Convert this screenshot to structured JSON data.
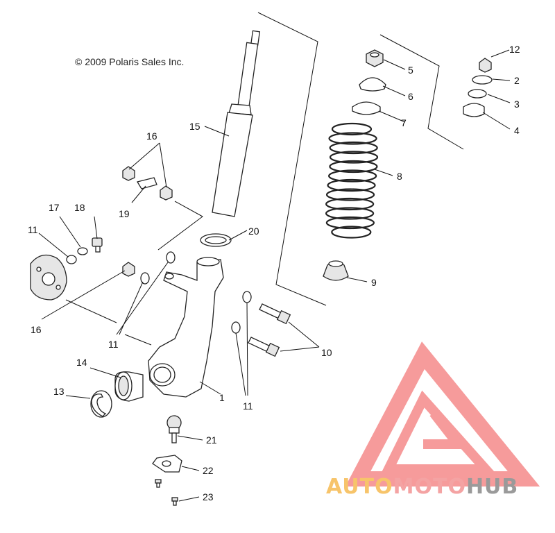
{
  "copyright": "© 2009 Polaris Sales Inc.",
  "callouts": [
    {
      "id": "1",
      "label": "1"
    },
    {
      "id": "2",
      "label": "2"
    },
    {
      "id": "3",
      "label": "3"
    },
    {
      "id": "4",
      "label": "4"
    },
    {
      "id": "5",
      "label": "5"
    },
    {
      "id": "6",
      "label": "6"
    },
    {
      "id": "7",
      "label": "7"
    },
    {
      "id": "8",
      "label": "8"
    },
    {
      "id": "9",
      "label": "9"
    },
    {
      "id": "10",
      "label": "10"
    },
    {
      "id": "11",
      "label": "11"
    },
    {
      "id": "12",
      "label": "12"
    },
    {
      "id": "13",
      "label": "13"
    },
    {
      "id": "14",
      "label": "14"
    },
    {
      "id": "15",
      "label": "15"
    },
    {
      "id": "16",
      "label": "16"
    },
    {
      "id": "17",
      "label": "17"
    },
    {
      "id": "18",
      "label": "18"
    },
    {
      "id": "19",
      "label": "19"
    },
    {
      "id": "20",
      "label": "20"
    },
    {
      "id": "21",
      "label": "21"
    },
    {
      "id": "22",
      "label": "22"
    },
    {
      "id": "23",
      "label": "23"
    }
  ],
  "watermark": {
    "part1": "AUTO",
    "part2": "MOTO",
    "part3": "HUB",
    "color1": "#f7c46a",
    "color2": "#f4a3a3",
    "color3": "#9a9a9a",
    "triangle_color": "#f58a8a"
  }
}
